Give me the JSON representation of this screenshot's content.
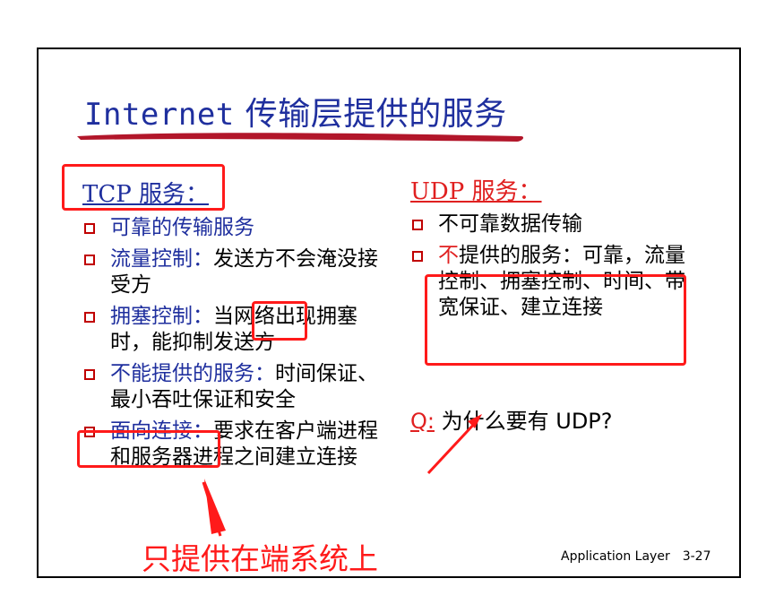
{
  "slide": {
    "title_prefix": "Internet",
    "title_rest": " 传输层提供的服务"
  },
  "tcp": {
    "heading": "TCP 服务：",
    "items": [
      {
        "lead": "可靠的传输服务",
        "rest": ""
      },
      {
        "lead": "流量控制：",
        "rest": "发送方不会淹没接受方"
      },
      {
        "lead": "拥塞控制：",
        "rest": "当网络出现拥塞时，能抑制发送方"
      },
      {
        "lead": "不能提供的服务：",
        "rest": "时间保证、最小吞吐保证和安全"
      },
      {
        "lead": "面向连接：",
        "rest": "要求在客户端进程和服务器进程之间建立连接"
      }
    ]
  },
  "udp": {
    "heading": "UDP 服务：",
    "items": [
      {
        "lead": "",
        "rest": "不可靠数据传输"
      },
      {
        "lead_red": "不",
        "rest": "提供的服务：可靠，流量控制、拥塞控制、时间、带宽保证、建立连接"
      }
    ]
  },
  "question": {
    "label": "Q:",
    "text": " 为什么要有 ",
    "tail": "UDP?"
  },
  "annotation": {
    "note": "只提供在端系统上"
  },
  "footer": {
    "label": "Application Layer",
    "page": "3-27"
  },
  "colors": {
    "title_blue": "#1f2f9e",
    "annotation_red": "#ff1a1a",
    "heading_red": "#e02020"
  }
}
